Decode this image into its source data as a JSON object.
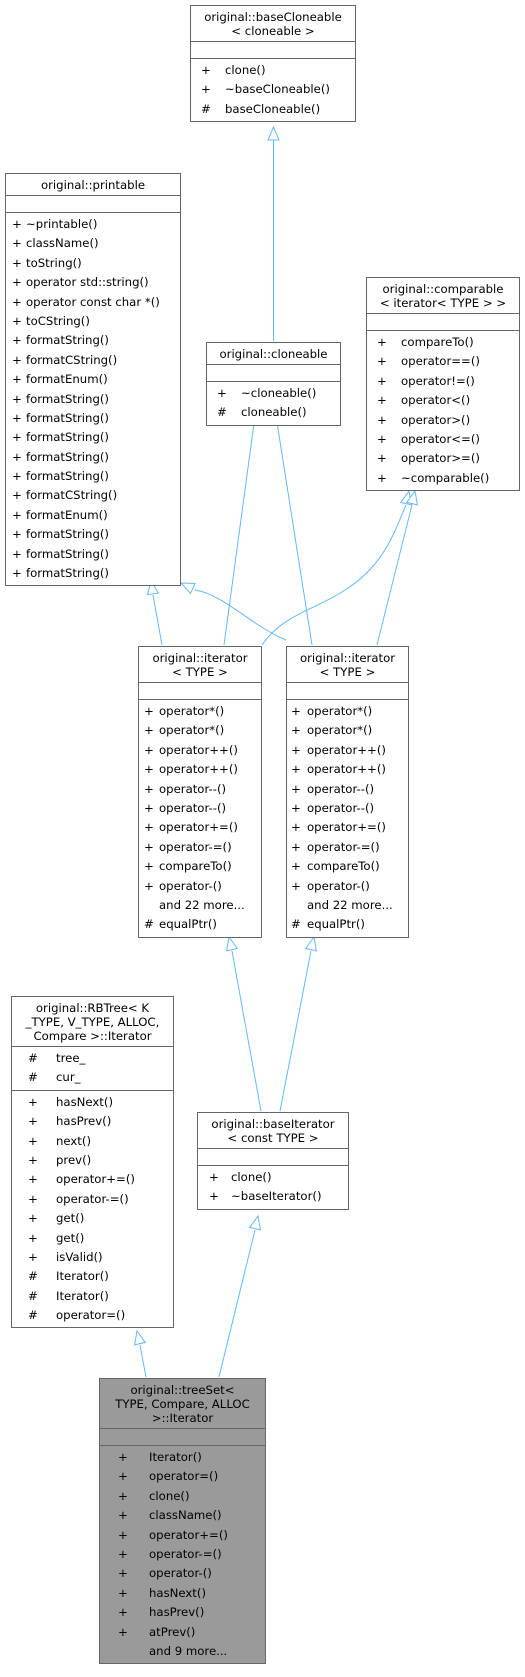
{
  "colors": {
    "edge": "#63b8ff",
    "border": "#666666",
    "highlight_fill": "#9a9a9a"
  },
  "nodes": {
    "baseCloneable": {
      "title_lines": [
        "original::baseCloneable",
        "< cloneable >"
      ],
      "attributes": [],
      "operations": [
        {
          "vis": "+",
          "name": "clone()"
        },
        {
          "vis": "+",
          "name": "~baseCloneable()"
        },
        {
          "vis": "#",
          "name": "baseCloneable()"
        }
      ]
    },
    "printable": {
      "title_lines": [
        "original::printable"
      ],
      "attributes": [],
      "operations": [
        {
          "vis": "+",
          "name": "~printable()"
        },
        {
          "vis": "+",
          "name": "className()"
        },
        {
          "vis": "+",
          "name": "toString()"
        },
        {
          "vis": "+",
          "name": "operator std::string()"
        },
        {
          "vis": "+",
          "name": "operator const char *()"
        },
        {
          "vis": "+",
          "name": "toCString()"
        },
        {
          "vis": "+",
          "name": "formatString()"
        },
        {
          "vis": "+",
          "name": "formatCString()"
        },
        {
          "vis": "+",
          "name": "formatEnum()"
        },
        {
          "vis": "+",
          "name": "formatString()"
        },
        {
          "vis": "+",
          "name": "formatString()"
        },
        {
          "vis": "+",
          "name": "formatString()"
        },
        {
          "vis": "+",
          "name": "formatString()"
        },
        {
          "vis": "+",
          "name": "formatString()"
        },
        {
          "vis": "+",
          "name": "formatCString()"
        },
        {
          "vis": "+",
          "name": "formatEnum()"
        },
        {
          "vis": "+",
          "name": "formatString()"
        },
        {
          "vis": "+",
          "name": "formatString()"
        },
        {
          "vis": "+",
          "name": "formatString()"
        }
      ]
    },
    "cloneable": {
      "title_lines": [
        "original::cloneable"
      ],
      "attributes": [],
      "operations": [
        {
          "vis": "+",
          "name": "~cloneable()"
        },
        {
          "vis": "#",
          "name": "cloneable()"
        }
      ]
    },
    "comparable": {
      "title_lines": [
        "original::comparable",
        "< iterator< TYPE > >"
      ],
      "attributes": [],
      "operations": [
        {
          "vis": "+",
          "name": "compareTo()"
        },
        {
          "vis": "+",
          "name": "operator==()"
        },
        {
          "vis": "+",
          "name": "operator!=()"
        },
        {
          "vis": "+",
          "name": "operator<()"
        },
        {
          "vis": "+",
          "name": "operator>()"
        },
        {
          "vis": "+",
          "name": "operator<=()"
        },
        {
          "vis": "+",
          "name": "operator>=()"
        },
        {
          "vis": "+",
          "name": "~comparable()"
        }
      ]
    },
    "iteratorA": {
      "title_lines": [
        "original::iterator",
        "< TYPE >"
      ],
      "attributes": [],
      "operations": [
        {
          "vis": "+",
          "name": "operator*()"
        },
        {
          "vis": "+",
          "name": "operator*()"
        },
        {
          "vis": "+",
          "name": "operator++()"
        },
        {
          "vis": "+",
          "name": "operator++()"
        },
        {
          "vis": "+",
          "name": "operator--()"
        },
        {
          "vis": "+",
          "name": "operator--()"
        },
        {
          "vis": "+",
          "name": "operator+=()"
        },
        {
          "vis": "+",
          "name": "operator-=()"
        },
        {
          "vis": "+",
          "name": "compareTo()"
        },
        {
          "vis": "+",
          "name": "operator-()"
        },
        {
          "vis": "",
          "name": "and 22 more..."
        },
        {
          "vis": "#",
          "name": "equalPtr()"
        }
      ]
    },
    "iteratorB": {
      "title_lines": [
        "original::iterator",
        "< TYPE >"
      ],
      "attributes": [],
      "operations": [
        {
          "vis": "+",
          "name": "operator*()"
        },
        {
          "vis": "+",
          "name": "operator*()"
        },
        {
          "vis": "+",
          "name": "operator++()"
        },
        {
          "vis": "+",
          "name": "operator++()"
        },
        {
          "vis": "+",
          "name": "operator--()"
        },
        {
          "vis": "+",
          "name": "operator--()"
        },
        {
          "vis": "+",
          "name": "operator+=()"
        },
        {
          "vis": "+",
          "name": "operator-=()"
        },
        {
          "vis": "+",
          "name": "compareTo()"
        },
        {
          "vis": "+",
          "name": "operator-()"
        },
        {
          "vis": "",
          "name": "and 22 more..."
        },
        {
          "vis": "#",
          "name": "equalPtr()"
        }
      ]
    },
    "rbtreeIterator": {
      "title_lines": [
        "original::RBTree< K",
        "_TYPE, V_TYPE, ALLOC,",
        "Compare >::Iterator"
      ],
      "attributes": [
        {
          "vis": "#",
          "name": "tree_"
        },
        {
          "vis": "#",
          "name": "cur_"
        }
      ],
      "operations": [
        {
          "vis": "+",
          "name": "hasNext()"
        },
        {
          "vis": "+",
          "name": "hasPrev()"
        },
        {
          "vis": "+",
          "name": "next()"
        },
        {
          "vis": "+",
          "name": "prev()"
        },
        {
          "vis": "+",
          "name": "operator+=()"
        },
        {
          "vis": "+",
          "name": "operator-=()"
        },
        {
          "vis": "+",
          "name": "get()"
        },
        {
          "vis": "+",
          "name": "get()"
        },
        {
          "vis": "+",
          "name": "isValid()"
        },
        {
          "vis": "#",
          "name": "Iterator()"
        },
        {
          "vis": "#",
          "name": "Iterator()"
        },
        {
          "vis": "#",
          "name": "operator=()"
        }
      ]
    },
    "baseIterator": {
      "title_lines": [
        "original::baseIterator",
        "< const TYPE >"
      ],
      "attributes": [],
      "operations": [
        {
          "vis": "+",
          "name": "clone()"
        },
        {
          "vis": "+",
          "name": "~baseIterator()"
        }
      ]
    },
    "treeSetIterator": {
      "title_lines": [
        "original::treeSet<",
        "TYPE, Compare, ALLOC",
        ">::Iterator"
      ],
      "attributes": [],
      "operations": [
        {
          "vis": "+",
          "name": "Iterator()"
        },
        {
          "vis": "+",
          "name": "operator=()"
        },
        {
          "vis": "+",
          "name": "clone()"
        },
        {
          "vis": "+",
          "name": "className()"
        },
        {
          "vis": "+",
          "name": "operator+=()"
        },
        {
          "vis": "+",
          "name": "operator-=()"
        },
        {
          "vis": "+",
          "name": "operator-()"
        },
        {
          "vis": "+",
          "name": "hasNext()"
        },
        {
          "vis": "+",
          "name": "hasPrev()"
        },
        {
          "vis": "+",
          "name": "atPrev()"
        },
        {
          "vis": "",
          "name": "and 9 more..."
        }
      ]
    }
  }
}
